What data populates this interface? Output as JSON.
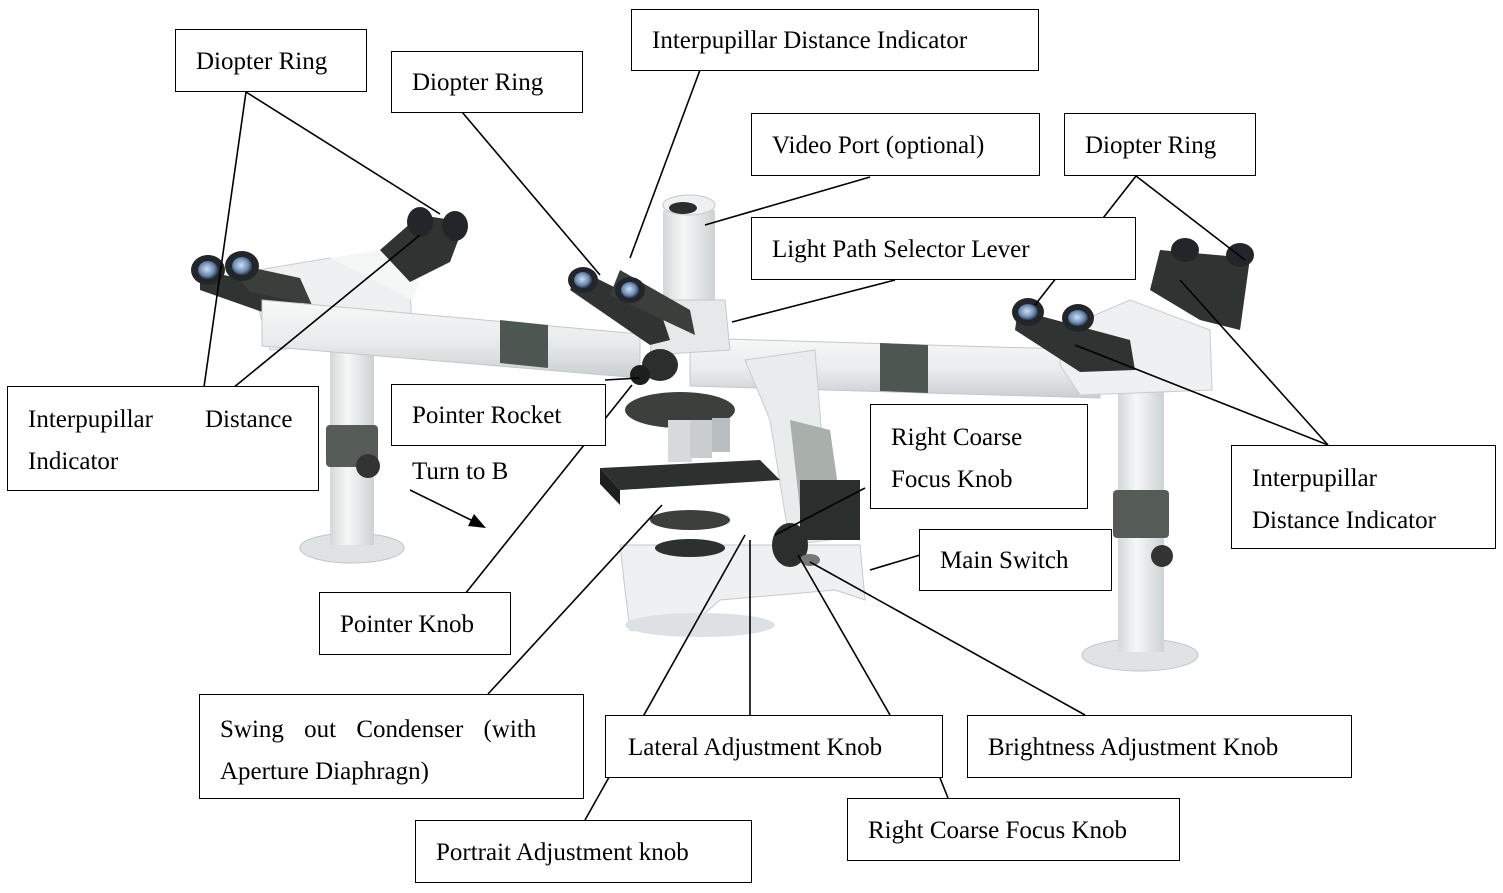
{
  "labels": {
    "diopter_left": "Diopter Ring",
    "diopter_center": "Diopter Ring",
    "diopter_right": "Diopter Ring",
    "interpupillar_top": "Interpupillar Distance Indicator",
    "video_port": "Video Port (optional)",
    "light_path": "Light Path Selector Lever",
    "interpupillar_left_line1": "Interpupillar",
    "interpupillar_left_word2": "Distance",
    "interpupillar_left_line2": "Indicator",
    "pointer_rocket": "Pointer Rocket",
    "turn_to_b": "Turn to B",
    "right_coarse_upper_line1": "Right Coarse",
    "right_coarse_upper_line2": "Focus Knob",
    "interpupillar_right_line1": "Interpupillar",
    "interpupillar_right_line2": "Distance Indicator",
    "main_switch": "Main Switch",
    "pointer_knob": "Pointer Knob",
    "swing_out_line1": "Swing out Condenser (with",
    "swing_out_line2": "Aperture Diaphragn)",
    "lateral": "Lateral Adjustment Knob",
    "brightness": "Brightness Adjustment Knob",
    "right_coarse_lower": "Right Coarse Focus Knob",
    "portrait": "Portrait Adjustment knob"
  },
  "colors": {
    "body": "#eceeef",
    "body_shade": "#d7dbdd",
    "dark": "#2b2f30",
    "ring": "#5c655f",
    "lens": "#8fa9c7"
  }
}
